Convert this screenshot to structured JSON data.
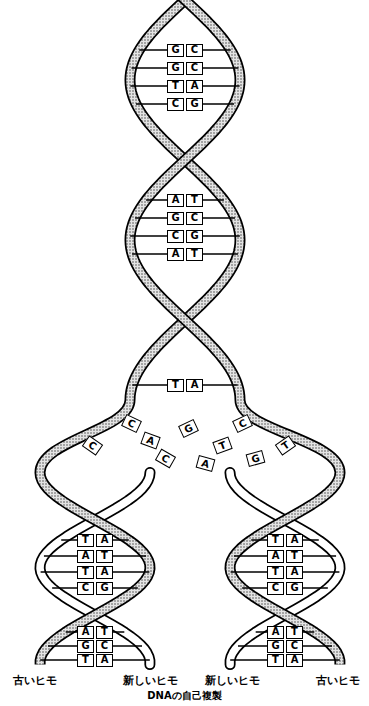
{
  "diagram": {
    "caption": "DNAの自己複製",
    "nodes": [
      {
        "text": [
          "G"
        ]
      },
      {
        "text": [
          "C"
        ]
      },
      {
        "text": [
          "G"
        ]
      },
      {
        "text": [
          "C"
        ]
      },
      {
        "text": [
          "T"
        ]
      },
      {
        "text": [
          "A"
        ]
      },
      {
        "text": [
          "C"
        ]
      },
      {
        "text": [
          "G"
        ]
      },
      {
        "text": [
          "A"
        ]
      },
      {
        "text": [
          "T"
        ]
      },
      {
        "text": [
          "G"
        ]
      },
      {
        "text": [
          "C"
        ]
      },
      {
        "text": [
          "C"
        ]
      },
      {
        "text": [
          "G"
        ]
      },
      {
        "text": [
          "A"
        ]
      },
      {
        "text": [
          "T"
        ]
      },
      {
        "text": [
          "T"
        ]
      },
      {
        "text": [
          "A"
        ]
      },
      {
        "text": [
          "C"
        ]
      },
      {
        "text": [
          "C"
        ]
      },
      {
        "text": [
          "G"
        ]
      },
      {
        "text": [
          "A"
        ]
      },
      {
        "text": [
          "C"
        ]
      },
      {
        "text": [
          "T"
        ]
      },
      {
        "text": [
          "T"
        ]
      },
      {
        "text": [
          "C"
        ]
      },
      {
        "text": [
          "G"
        ]
      },
      {
        "text": [
          "A"
        ]
      },
      {
        "text": [
          "T"
        ]
      },
      {
        "text": [
          "A"
        ]
      },
      {
        "text": [
          "A"
        ]
      },
      {
        "text": [
          "T"
        ]
      },
      {
        "text": [
          "T"
        ]
      },
      {
        "text": [
          "A"
        ]
      },
      {
        "text": [
          "C"
        ]
      },
      {
        "text": [
          "G"
        ]
      },
      {
        "text": [
          "A"
        ]
      },
      {
        "text": [
          "T"
        ]
      },
      {
        "text": [
          "G"
        ]
      },
      {
        "text": [
          "C"
        ]
      },
      {
        "text": [
          "T"
        ]
      },
      {
        "text": [
          "A"
        ]
      },
      {
        "text": [
          "T"
        ]
      },
      {
        "text": [
          "A"
        ]
      },
      {
        "text": [
          "A"
        ]
      },
      {
        "text": [
          "T"
        ]
      },
      {
        "text": [
          "T"
        ]
      },
      {
        "text": [
          "A"
        ]
      },
      {
        "text": [
          "C"
        ]
      },
      {
        "text": [
          "G"
        ]
      },
      {
        "text": [
          "A"
        ]
      },
      {
        "text": [
          "T"
        ]
      },
      {
        "text": [
          "G"
        ]
      },
      {
        "text": [
          "C"
        ]
      },
      {
        "text": [
          "T"
        ]
      },
      {
        "text": [
          "A"
        ]
      }
    ],
    "labels": [
      "古いヒモ",
      "新しいヒモ",
      "新しいヒモ",
      "古いヒモ"
    ]
  }
}
